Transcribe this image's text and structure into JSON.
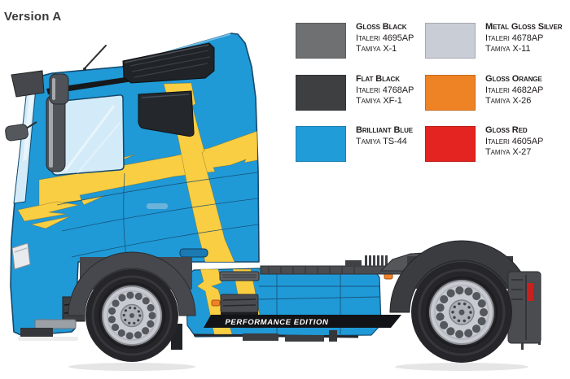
{
  "page": {
    "title": "Version A"
  },
  "truck": {
    "description": "Volvo FH tractor unit, left side profile, Brilliant Blue with distressed yellow Swedish cross livery",
    "stripe_text": "PERFORMANCE EDITION"
  },
  "legend": {
    "entries": [
      {
        "name": "Gloss Black",
        "line2": "Italeri 4695AP",
        "line3": "Tamiya X-1",
        "color": "#6E7072"
      },
      {
        "name": "Metal Gloss Silver",
        "line2": "Italeri 4678AP",
        "line3": "Tamiya X-11",
        "color": "#C9CED6"
      },
      {
        "name": "Flat Black",
        "line2": "Italeri 4768AP",
        "line3": "Tamiya XF-1",
        "color": "#3E3F41"
      },
      {
        "name": "Gloss Orange",
        "line2": "Italeri 4682AP",
        "line3": "Tamiya X-26",
        "color": "#EE8325"
      },
      {
        "name": "Brilliant Blue",
        "line2": "Tamiya TS-44",
        "line3": "",
        "color": "#209CD8"
      },
      {
        "name": "Gloss Red",
        "line2": "Italeri 4605AP",
        "line3": "Tamiya X-27",
        "color": "#E32420"
      }
    ]
  },
  "colors": {
    "body_blue": "#2099D7",
    "body_blue_dark": "#1B7AB2",
    "outline": "#14496B",
    "cross_yellow": "#F9CE43",
    "glass": "#D3EBF8",
    "dark_gray": "#46484D",
    "mid_gray": "#5D6065",
    "light_gray": "#9AA0A6",
    "near_black": "#202226",
    "stripe_black": "#121316",
    "marker_orange": "#F08227",
    "tail_red": "#C8201E",
    "rim": "#C7CAD0",
    "tire": "#26262A"
  }
}
